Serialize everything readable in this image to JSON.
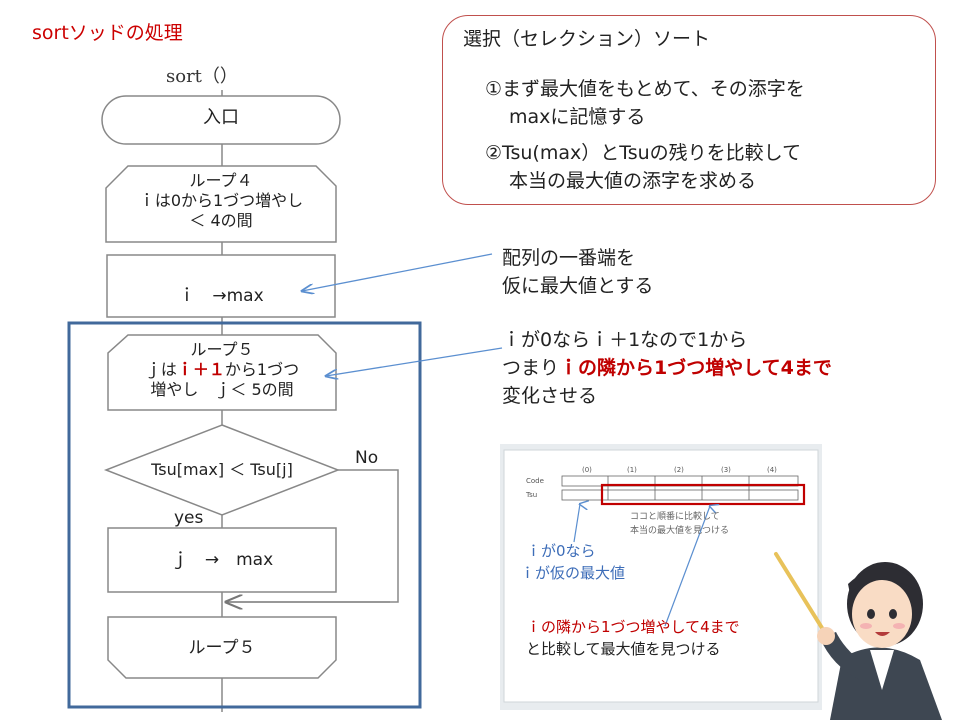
{
  "title": "sortソッドの処理",
  "sort_label": "sort（）",
  "flow": {
    "entry": "入口",
    "loop4": [
      "ループ４",
      "ｉは0から1づつ増やし",
      "＜ 4の間"
    ],
    "assign_i": "ｉ　→max",
    "loop5": {
      "line1": "ループ５",
      "line2_pre": "ｊは",
      "line2_red": "ｉ＋１",
      "line2_post": "から1づつ",
      "line3": "増やし　ｊ＜ 5の間"
    },
    "condition": "Tsu[max] ＜ Tsu[j]",
    "no_label": "No",
    "yes_label": "yes",
    "assign_j": "ｊ　→　max",
    "loop5_end": "ループ５"
  },
  "note": {
    "title": "選択（セレクション）ソート",
    "line1": "①まず最大値をもとめて、その添字を",
    "line2": "maxに記憶する",
    "line3": "②Tsu(max）とTsuの残りを比較して",
    "line4": "本当の最大値の添字を求める"
  },
  "callout1": {
    "line1": "配列の一番端を",
    "line2": "仮に最大値とする"
  },
  "callout2": {
    "line1": "ｉが0ならｉ＋1なので1から",
    "line2_pre": "つまり",
    "line2_red": "ｉの隣から1づつ増やして4まで",
    "line3": "変化させる"
  },
  "whiteboard": {
    "headers": [
      "(0)",
      "(1)",
      "(2)",
      "(3)",
      "(4)"
    ],
    "row1_label": "Code",
    "row2_label": "Tsu",
    "hint1": "ココと順番に比較して",
    "hint2": "本当の最大値を見つける",
    "blue1": "ｉが0なら",
    "blue2": "ｉが仮の最大値",
    "red1": "ｉの隣から1づつ増やして4まで",
    "black1": "と比較して最大値を見つける"
  },
  "colors": {
    "accent_red": "#c00000",
    "frame_blue": "#41699b",
    "arrow_blue": "#5b8fd0",
    "note_border": "#c0504d"
  }
}
